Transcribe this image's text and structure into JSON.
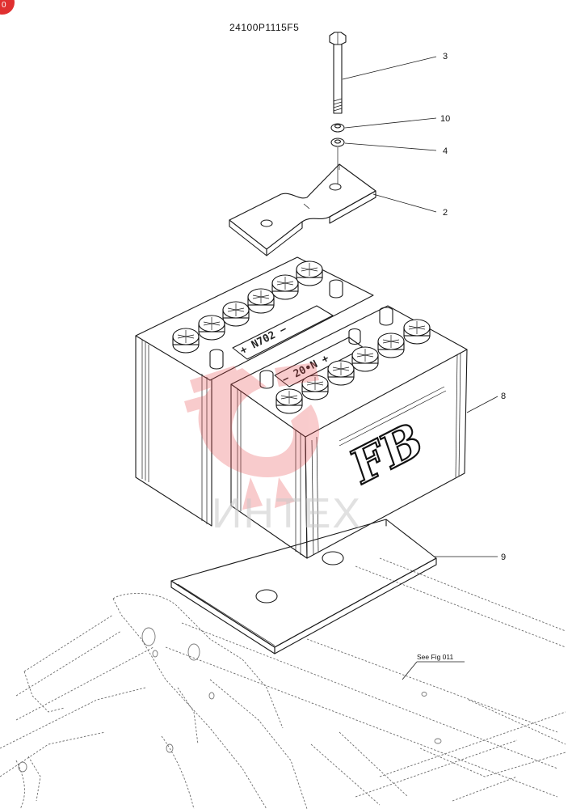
{
  "drawing": {
    "code": "24100P1115F5",
    "see_fig": "See Fig 011",
    "callouts": [
      "3",
      "10",
      "4",
      "2",
      "8",
      "9"
    ],
    "battery_left_label": "+ N702 −",
    "battery_right_label": "− 20∙N +",
    "battery_brand": "FB",
    "watermark": "ИНТЕХ",
    "corner_badge": "0"
  },
  "colors": {
    "watermark_red": "#e8484a",
    "badge_red": "#e03030",
    "line": "#1a1a1a"
  }
}
